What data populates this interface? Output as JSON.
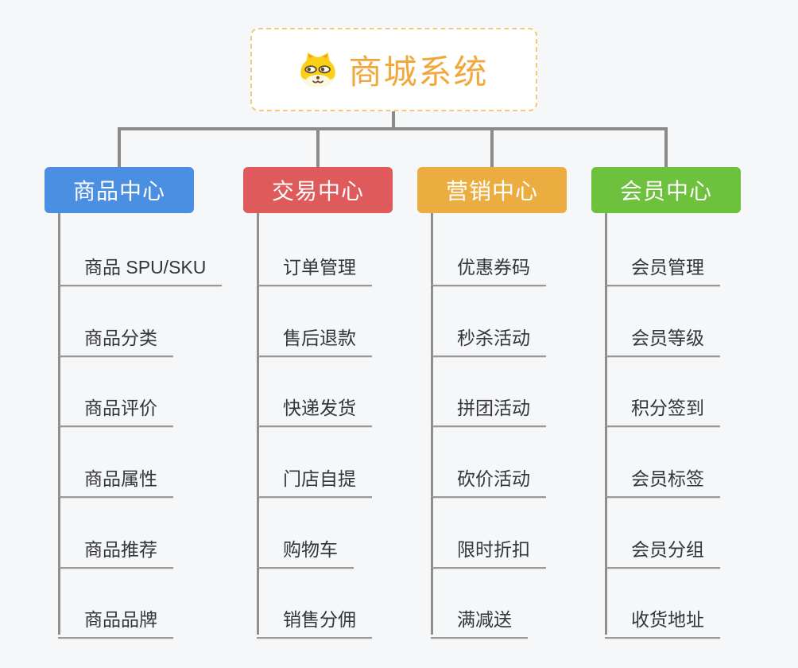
{
  "root": {
    "title": "商城系统",
    "icon": "dog-mascot-icon"
  },
  "branches": [
    {
      "label": "商品中心",
      "color": "#4a8fe2",
      "items": [
        "商品 SPU/SKU",
        "商品分类",
        "商品评价",
        "商品属性",
        "商品推荐",
        "商品品牌"
      ]
    },
    {
      "label": "交易中心",
      "color": "#df5a5a",
      "items": [
        "订单管理",
        "售后退款",
        "快递发货",
        "门店自提",
        "购物车",
        "销售分佣"
      ]
    },
    {
      "label": "营销中心",
      "color": "#ebac40",
      "items": [
        "优惠券码",
        "秒杀活动",
        "拼团活动",
        "砍价活动",
        "限时折扣",
        "满减送"
      ]
    },
    {
      "label": "会员中心",
      "color": "#6dc13c",
      "items": [
        "会员管理",
        "会员等级",
        "积分签到",
        "会员标签",
        "会员分组",
        "收货地址"
      ]
    }
  ],
  "colors": {
    "background": "#f6f7f8",
    "connector_line": "#8b8b8b",
    "root_border": "#f3c87f",
    "root_text": "#f0a83c",
    "item_text": "#33353a",
    "mascot_yellow": "#fbce17",
    "mascot_cream": "#fdf6e0",
    "mascot_brown": "#5d4a23"
  }
}
